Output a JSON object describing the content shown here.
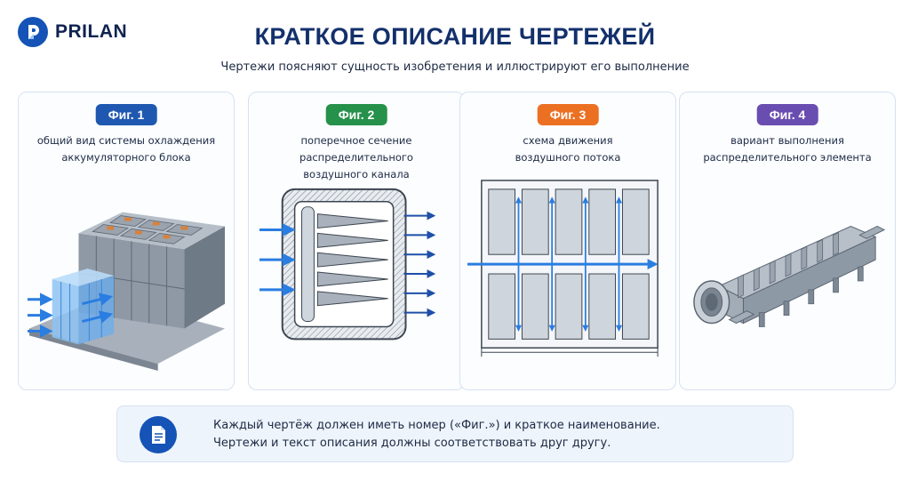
{
  "logo": {
    "text": "PRILAN"
  },
  "header": {
    "title": "КРАТКОЕ ОПИСАНИЕ ЧЕРТЕЖЕЙ",
    "subtitle": "Чертежи поясняют сущность изобретения и иллюстрируют его выполнение"
  },
  "cards": [
    {
      "badge": "Фиг. 1",
      "color": "#1f58b0",
      "caption_lines": [
        "общий вид системы охлаждения",
        "аккумуляторного блока"
      ]
    },
    {
      "badge": "Фиг. 2",
      "color": "#25914a",
      "caption_lines": [
        "поперечное сечение",
        "распределительного",
        "воздушного канала"
      ]
    },
    {
      "badge": "Фиг. 3",
      "color": "#ec7022",
      "caption_lines": [
        "схема движения",
        "воздушного потока"
      ]
    },
    {
      "badge": "Фиг. 4",
      "color": "#6a4db0",
      "caption_lines": [
        "вариант выполнения",
        "распределительного элемента"
      ]
    }
  ],
  "note": {
    "lines": [
      "Каждый чертёж должен иметь номер («Фиг.») и краткое наименование.",
      "Чертежи и текст описания должны соответствовать друг другу."
    ]
  },
  "colors": {
    "primary": "#1553b6",
    "title": "#13306b",
    "airflow": "#2a7de1",
    "metal": "#8e99a6"
  },
  "icons": {
    "logo": "prilan-logo-icon",
    "note": "document-icon"
  }
}
